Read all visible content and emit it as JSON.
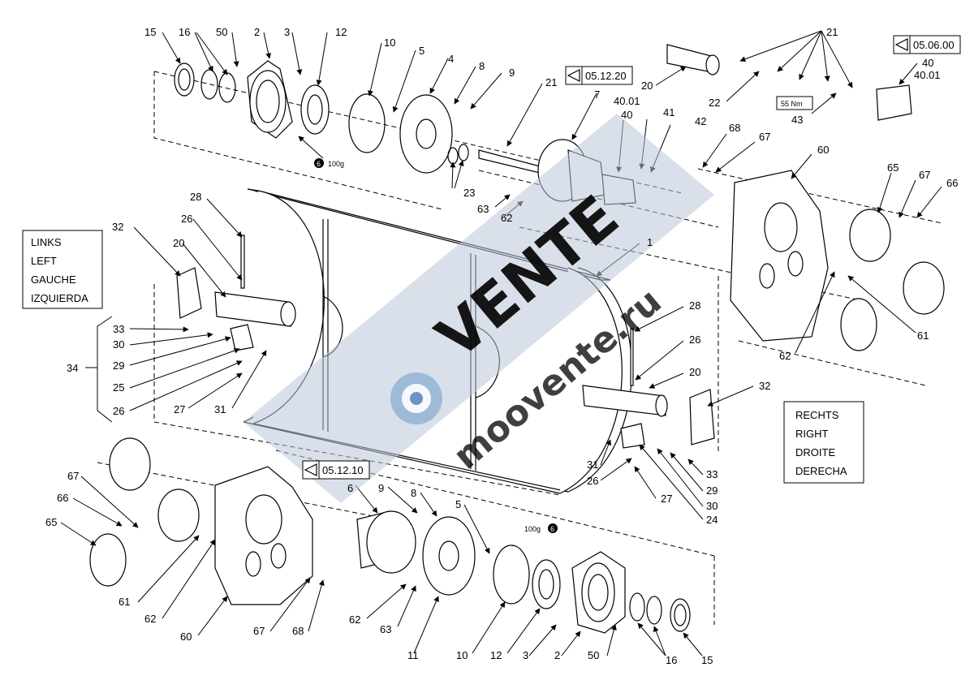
{
  "diagram": {
    "side_left": [
      "LINKS",
      "LEFT",
      "GAUCHE",
      "IZQUIERDA"
    ],
    "side_right": [
      "RECHTS",
      "RIGHT",
      "DROITE",
      "DERECHA"
    ],
    "refs": [
      "05.06.00",
      "05.12.20",
      "05.12.10"
    ],
    "torque": "55 Nm",
    "grease_top": "100g",
    "grease_bottom": "100g",
    "grease_symbol": "6",
    "watermark_main": "VENTE",
    "watermark_sub": "moovente.ru",
    "parts_top": [
      "15",
      "16",
      "50",
      "2",
      "3",
      "12",
      "10",
      "5",
      "4",
      "8",
      "9",
      "21",
      "7",
      "40.01",
      "40",
      "41",
      "42",
      "20",
      "22",
      "21",
      "40",
      "40.01",
      "43",
      "23",
      "63",
      "62",
      "68",
      "67",
      "60",
      "65",
      "67",
      "66",
      "61",
      "62"
    ],
    "parts_middle": [
      "28",
      "26",
      "20",
      "32",
      "33",
      "30",
      "29",
      "25",
      "26",
      "27",
      "31",
      "34",
      "1",
      "28",
      "26",
      "20",
      "32",
      "31",
      "26",
      "27",
      "33",
      "29",
      "30",
      "24"
    ],
    "parts_bottom": [
      "6",
      "9",
      "8",
      "5",
      "67",
      "66",
      "65",
      "61",
      "62",
      "60",
      "67",
      "68",
      "62",
      "63",
      "11",
      "10",
      "12",
      "3",
      "2",
      "50",
      "16",
      "15"
    ]
  },
  "colors": {
    "line": "#000000",
    "watermark": "#b9c6d9",
    "watermark_circle": "#8fb0d4",
    "watermark_dark": "#5e86bd"
  }
}
